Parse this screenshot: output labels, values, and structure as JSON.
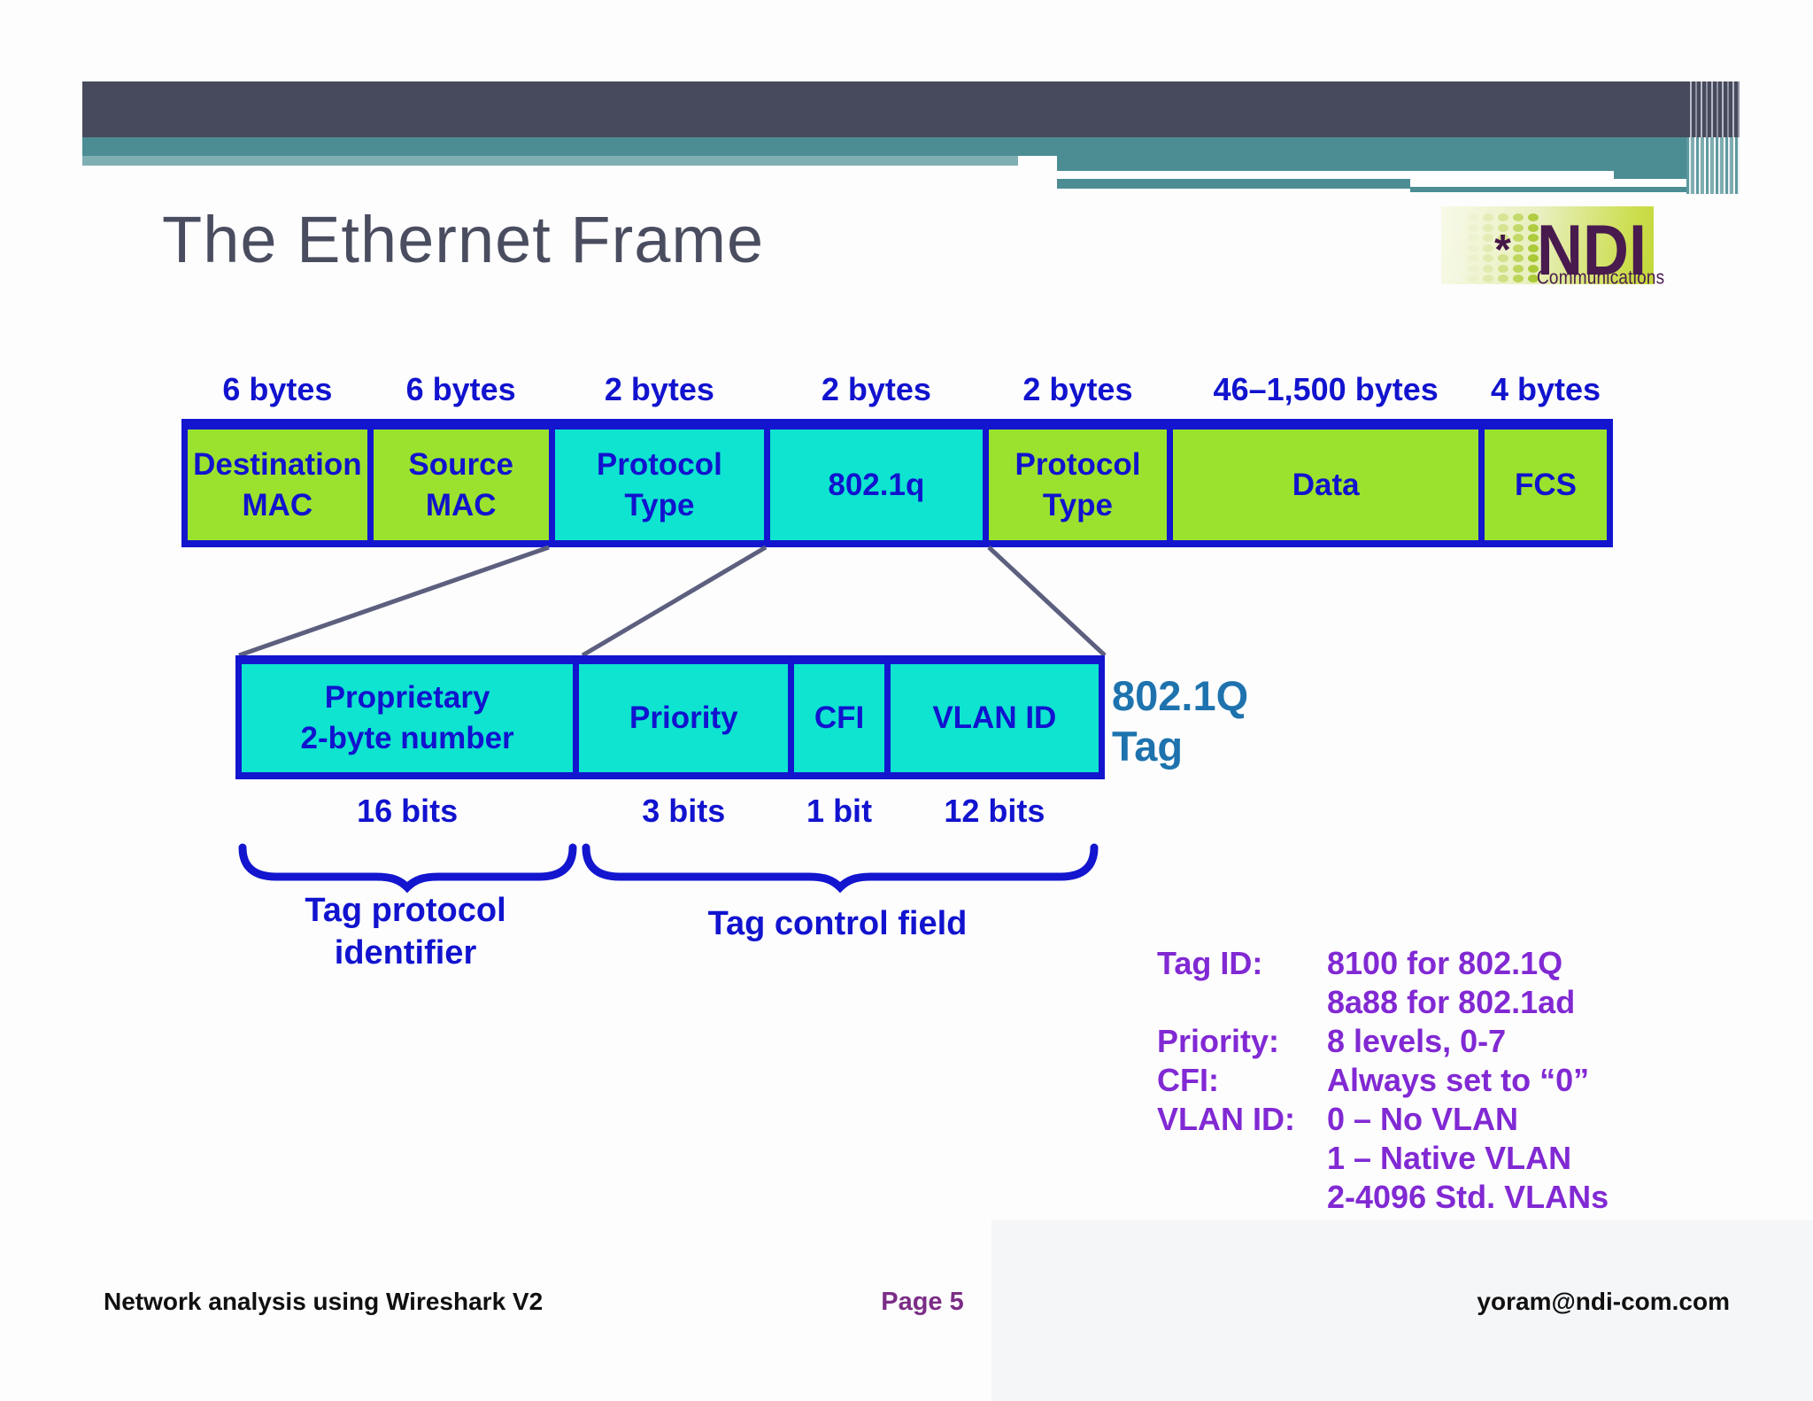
{
  "slide": {
    "title": "The Ethernet Frame"
  },
  "logo": {
    "name": "NDI",
    "tagline": "Communications",
    "asterisk": "*",
    "dot_columns": [
      "#f3f6e3",
      "#eaf0c9",
      "#dce8a6",
      "#cdde7e",
      "#bbd457",
      "#aac936"
    ]
  },
  "frame": {
    "fields": [
      {
        "line1": "Destination",
        "line2": "MAC",
        "bytes": "6 bytes",
        "color": "green"
      },
      {
        "line1": "Source",
        "line2": "MAC",
        "bytes": "6 bytes",
        "color": "green"
      },
      {
        "line1": "Protocol",
        "line2": "Type",
        "bytes": "2 bytes",
        "color": "cyan"
      },
      {
        "line1": "802.1q",
        "line2": "",
        "bytes": "2 bytes",
        "color": "cyan"
      },
      {
        "line1": "Protocol",
        "line2": "Type",
        "bytes": "2 bytes",
        "color": "green"
      },
      {
        "line1": "Data",
        "line2": "",
        "bytes": "46–1,500 bytes",
        "color": "green"
      },
      {
        "line1": "FCS",
        "line2": "",
        "bytes": "4 bytes",
        "color": "green"
      }
    ]
  },
  "tag": {
    "fields": [
      {
        "line1": "Proprietary",
        "line2": "2-byte number",
        "bits": "16 bits",
        "color": "cyan"
      },
      {
        "line1": "Priority",
        "line2": "",
        "bits": "3 bits",
        "color": "cyan"
      },
      {
        "line1": "CFI",
        "line2": "",
        "bits": "1 bit",
        "color": "cyan"
      },
      {
        "line1": "VLAN ID",
        "line2": "",
        "bits": "12 bits",
        "color": "cyan"
      }
    ],
    "caption_line1": "802.1Q",
    "caption_line2": "Tag",
    "brace_left_line1": "Tag protocol",
    "brace_left_line2": "identifier",
    "brace_right": "Tag control field"
  },
  "specs": {
    "rows": [
      {
        "label": "Tag ID:",
        "value": "8100 for 802.1Q"
      },
      {
        "label": "",
        "value": "8a88 for 802.1ad"
      },
      {
        "label": "Priority:",
        "value": "8 levels, 0-7"
      },
      {
        "label": "CFI:",
        "value": "Always set to “0”"
      },
      {
        "label": "VLAN ID:",
        "value": "0 – No VLAN"
      },
      {
        "label": "",
        "value": "1 – Native VLAN"
      },
      {
        "label": "",
        "value": "2-4096 Std. VLANs"
      }
    ]
  },
  "footer": {
    "left": "Network analysis using Wireshark V2",
    "center": "Page 5",
    "right": "yoram@ndi-com.com"
  },
  "colors": {
    "slate": "#474a5c",
    "teal": "#4c8d94",
    "teal_light": "#7faeb3",
    "blue": "#1316ce",
    "blue_text": "#1113ce",
    "green": "#9be22e",
    "cyan": "#0ee4d0",
    "purple": "#8129d3",
    "steel": "#1e73ae",
    "footer_purple": "#7b2d86",
    "line_gray": "#5c5f7e"
  }
}
